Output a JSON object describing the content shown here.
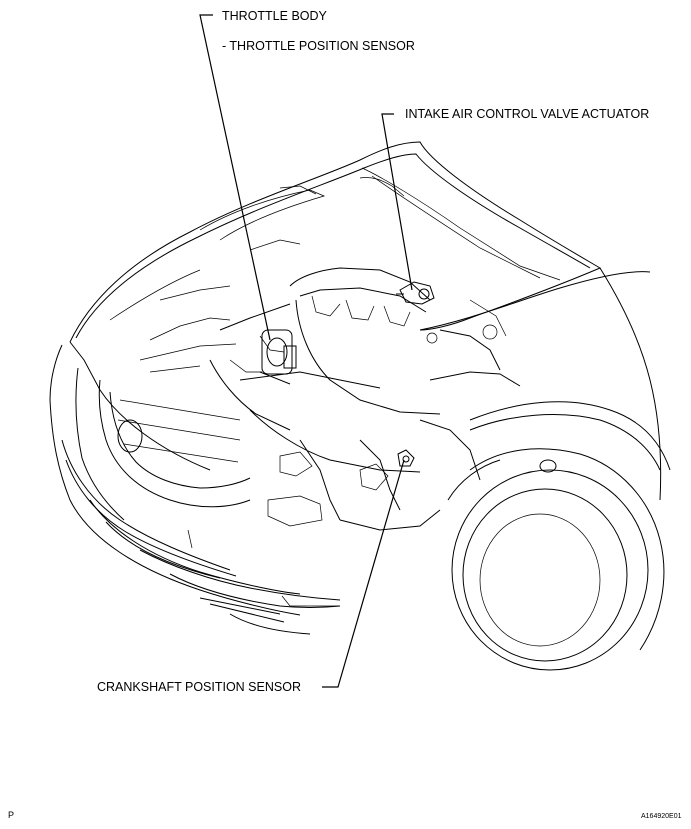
{
  "labels": {
    "throttle_body": "THROTTLE BODY",
    "throttle_position_sensor": "- THROTTLE POSITION SENSOR",
    "intake_air_control_valve_actuator": "INTAKE AIR CONTROL VALVE ACTUATOR",
    "crankshaft_position_sensor": "CRANKSHAFT POSITION SENSOR"
  },
  "footer": {
    "page_marker": "P",
    "figure_code": "A164920E01"
  }
}
